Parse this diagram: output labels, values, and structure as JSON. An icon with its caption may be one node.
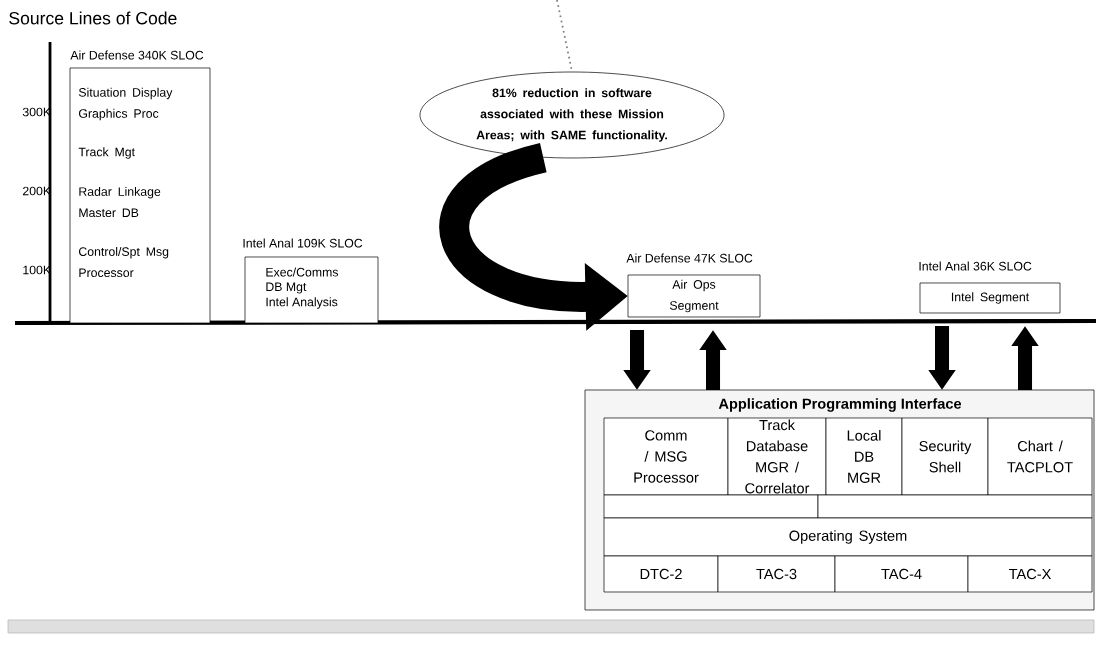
{
  "diagram": {
    "title": "Source Lines of Code",
    "nodes": [
      {
        "text": [
          "Air Defense 340K SLOC",
          "Situation Display Graphics Proc",
          "Track Mgt",
          "Radar Linkage Master DB",
          "Control/Spt Msg Processor"
        ]
      },
      {
        "text": [
          "Intel Anal 109K SLOC",
          "Exec/Comms",
          "DB Mgt",
          "Intel Analysis"
        ]
      },
      {
        "text": [
          "81% reduction in software associated with these Mission Areas; with SAME functionality."
        ]
      },
      {
        "text": [
          "Air Defense 47K SLOC",
          "Air Ops Segment"
        ]
      },
      {
        "text": [
          "Intel Anal 36K SLOC",
          "Intel Segment"
        ]
      },
      {
        "text": [
          "Application Programming Interface"
        ]
      },
      {
        "text": [
          "Comm / MSG Processor"
        ],
        "in": 5
      },
      {
        "text": [
          "Track Database MGR / Correlator"
        ],
        "in": 5
      },
      {
        "text": [
          "Local DB MGR"
        ],
        "in": 5
      },
      {
        "text": [
          "Security Shell"
        ],
        "in": 5
      },
      {
        "text": [
          "Chart / TACPLOT"
        ],
        "in": 5
      },
      {
        "text": [],
        "shape": "box",
        "in": 5
      },
      {
        "text": [],
        "shape": "box",
        "in": 5
      },
      {
        "text": [
          "Operating System"
        ],
        "in": 5
      },
      {
        "text": [
          "DTC-2"
        ],
        "in": 5
      },
      {
        "text": [
          "TAC-3"
        ],
        "in": 5
      },
      {
        "text": [
          "TAC-4"
        ],
        "in": 5
      },
      {
        "text": [
          "TAC-X"
        ],
        "in": 5
      },
      {
        "text": [],
        "shape": "bar"
      }
    ],
    "edges": [
      {
        "from": null,
        "to": 2,
        "arrow": "none",
        "style": "dashed",
        "color": "#808080"
      },
      {
        "from": 2,
        "to": 3,
        "arrow": "to",
        "style": "thick"
      },
      {
        "from": 3,
        "to": 5,
        "arrow": "to"
      },
      {
        "from": 5,
        "to": 3,
        "arrow": "to"
      },
      {
        "from": 4,
        "to": 5,
        "arrow": "to"
      },
      {
        "from": 5,
        "to": 4,
        "arrow": "to"
      }
    ],
    "labels": [
      "300K",
      "200K",
      "100K"
    ]
  }
}
